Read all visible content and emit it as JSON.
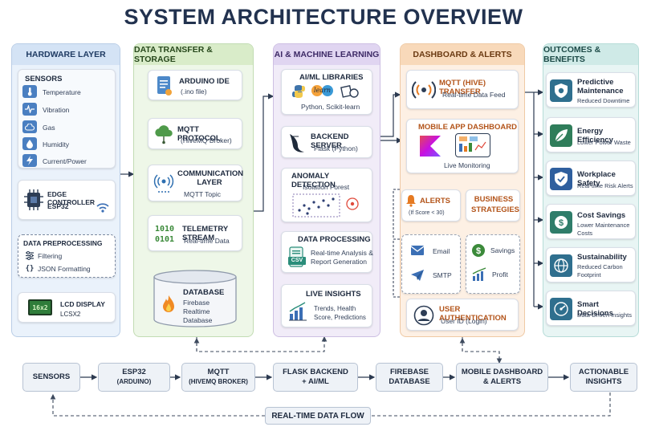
{
  "title": "SYSTEM ARCHITECTURE OVERVIEW",
  "hardware": {
    "header": "HARDWARE LAYER",
    "sensors_title": "SENSORS",
    "sensors": [
      "Temperature",
      "Vibration",
      "Gas",
      "Humidity",
      "Current/Power"
    ],
    "edge_title": "EDGE CONTROLLER",
    "edge_sub": "ESP32",
    "pre_title": "DATA PREPROCESSING",
    "pre_items": [
      "Filtering",
      "JSON Formatting"
    ],
    "lcd_title": "LCD DISPLAY",
    "lcd_sub": "LCSX2",
    "lcd_screen": "16x2"
  },
  "transfer": {
    "header": "DATA TRANSFER & STORAGE",
    "arduino_title": "ARDUINO IDE",
    "arduino_sub": "(.ino file)",
    "mqtt_title": "MQTT PROTOCOL",
    "mqtt_sub": "(HiveMQ Broker)",
    "comm_title": "COMMUNICATION LAYER",
    "comm_sub": "MQTT Topic",
    "tele_title": "TELEMETRY STREAM",
    "tele_sub": "Real-time Data",
    "tele_bits": [
      "1010",
      "0101"
    ],
    "db_title": "DATABASE",
    "db_sub": "Firebase Realtime Database"
  },
  "ai": {
    "header": "AI & MACHINE LEARNING",
    "lib_title": "AI/ML LIBRARIES",
    "lib_sub": "Python, Scikit-learn",
    "lib_logo": "learn",
    "backend_title": "BACKEND SERVER",
    "backend_sub": "Flask (Python)",
    "anomaly_title": "ANOMALY DETECTION",
    "anomaly_sub": "Isolation Forest",
    "proc_title": "DATA PROCESSING",
    "proc_sub": "Real-time Analysis & Report Generation",
    "proc_badge": "CSV",
    "insights_title": "LIVE INSIGHTS",
    "insights_sub": "Trends, Health Score, Predictions"
  },
  "dashboard": {
    "header": "DASHBOARD & ALERTS",
    "mqtt_title": "MQTT (HIVE) TRANSFER",
    "mqtt_sub": "Real-time Data Feed",
    "mobile_title": "MOBILE APP DASHBOARD",
    "mobile_sub": "Live Monitoring",
    "alerts_title": "ALERTS",
    "alerts_sub": "(If Score < 30)",
    "biz_title": "BUSINESS STRATEGIES",
    "channels": [
      "Email",
      "SMTP"
    ],
    "strategies": [
      "Savings",
      "Profit"
    ],
    "auth_title": "USER AUTHENTICATION",
    "auth_sub": "User ID (Login)"
  },
  "outcomes": {
    "header": "OUTCOMES & BENEFITS",
    "items": [
      {
        "title": "Predictive Maintenance",
        "sub": "Reduced Downtime",
        "icon": "shield-gear-icon"
      },
      {
        "title": "Energy Efficiency",
        "sub": "Lower Power Waste",
        "icon": "leaf-icon"
      },
      {
        "title": "Workplace Safety",
        "sub": "Real-time Risk Alerts",
        "icon": "safety-shield-icon"
      },
      {
        "title": "Cost Savings",
        "sub": "Lower Maintenance Costs",
        "icon": "coins-icon"
      },
      {
        "title": "Sustainability",
        "sub": "Reduced Carbon Footprint",
        "icon": "globe-icon"
      },
      {
        "title": "Smart Decisions",
        "sub": "Data-Driven Insights",
        "icon": "gauge-icon"
      }
    ]
  },
  "flow": {
    "steps": [
      [
        "SENSORS"
      ],
      [
        "ESP32",
        "(ARDUINO)"
      ],
      [
        "MQTT",
        "(HIVEMQ BROKER)"
      ],
      [
        "FLASK BACKEND",
        "+ AI/ML"
      ],
      [
        "FIREBASE",
        "DATABASE"
      ],
      [
        "MOBILE DASHBOARD",
        "& ALERTS"
      ],
      [
        "ACTIONABLE",
        "INSIGHTS"
      ]
    ],
    "label": "REAL-TIME DATA FLOW"
  },
  "colors": {
    "hardware": "#eaf2fb",
    "transfer": "#eef7e8",
    "ai": "#f1ecf8",
    "dashboard": "#fdf0e4",
    "outcomes": "#e8f5f4"
  }
}
